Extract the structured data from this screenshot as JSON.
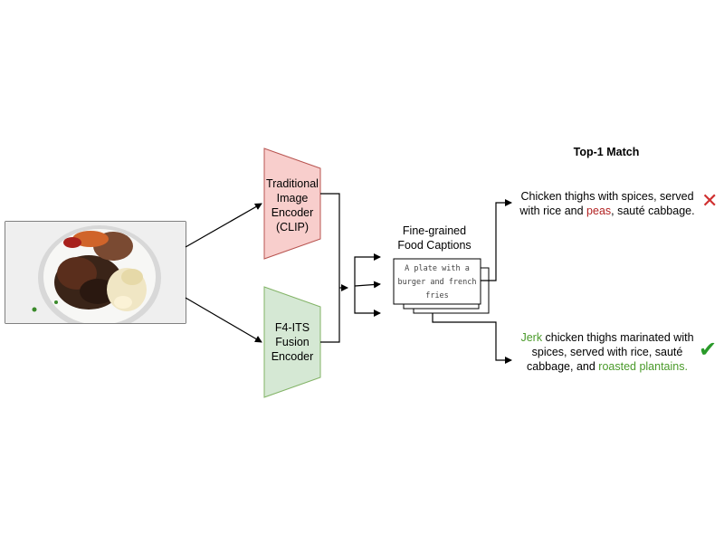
{
  "title": "Top-1 Match",
  "image": {
    "icon": "food-photo-icon"
  },
  "encoders": {
    "traditional": {
      "line1": "Traditional",
      "line2": "Image",
      "line3": "Encoder",
      "line4": "(CLIP)",
      "fill": "#f8cecc",
      "stroke": "#b85450"
    },
    "fusion": {
      "line1": "F4-ITS",
      "line2": "Fusion",
      "line3": "Encoder",
      "fill": "#d5e8d4",
      "stroke": "#82b366"
    }
  },
  "captions": {
    "label_line1": "Fine-grained",
    "label_line2": "Food Captions",
    "card_line1": "A plate with a",
    "card_line2": "burger and french",
    "card_line3": "fries"
  },
  "matches": {
    "wrong": {
      "line1": "Chicken thighs with spices, served",
      "line2_pre": "with rice and ",
      "line2_highlight": "peas",
      "line2_post": ", sauté cabbage.",
      "highlight_color": "#b22222",
      "mark_icon": "cross-icon",
      "mark_glyph": "✕",
      "mark_color": "#d03030"
    },
    "right": {
      "line1_highlight": "Jerk",
      "line1_post": " chicken thighs marinated with",
      "line2": "spices, served with rice, sauté",
      "line3_pre": "cabbage, and ",
      "line3_highlight": "roasted plantains.",
      "highlight_color": "#4a9a2a",
      "mark_icon": "check-icon",
      "mark_glyph": "✔",
      "mark_color": "#2a9a2a"
    }
  }
}
